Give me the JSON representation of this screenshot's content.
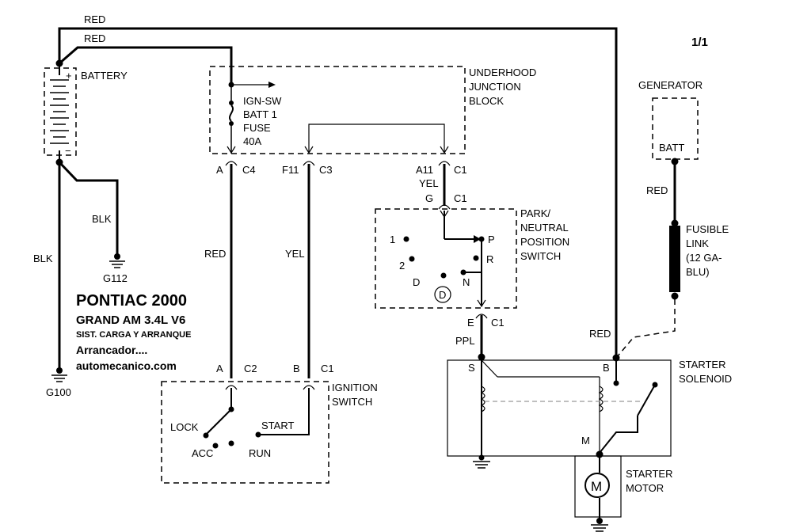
{
  "page_number": "1/1",
  "wires": {
    "red_top": "RED",
    "red_second": "RED",
    "blk_ground_g112": "BLK",
    "blk_ground_g100": "BLK",
    "red_ignition": "RED",
    "yel_ignition": "YEL",
    "yel_pnp": "YEL",
    "ppl": "PPL",
    "red_generator": "RED",
    "red_solenoid": "RED"
  },
  "components": {
    "battery": "BATTERY",
    "underhood_block": [
      "UNDERHOOD",
      "JUNCTION",
      "BLOCK"
    ],
    "fuse": [
      "IGN-SW",
      "BATT 1",
      "FUSE",
      "40A"
    ],
    "generator": "GENERATOR",
    "generator_terminal": "BATT",
    "fusible_link": [
      "FUSIBLE",
      "LINK",
      "(12 GA-",
      "BLU)"
    ],
    "pnp_switch": [
      "PARK/",
      "NEUTRAL",
      "POSITION",
      "SWITCH"
    ],
    "ignition_switch": [
      "IGNITION",
      "SWITCH"
    ],
    "starter_solenoid": [
      "STARTER",
      "SOLENOID"
    ],
    "starter_motor": [
      "STARTER",
      "MOTOR"
    ],
    "motor_symbol": "M"
  },
  "grounds": {
    "g112": "G112",
    "g100": "G100"
  },
  "connectors": {
    "a_c4_pin": "A",
    "a_c4": "C4",
    "f11_c3_pin": "F11",
    "f11_c3": "C3",
    "a11_c1_pin": "A11",
    "a11_c1": "C1",
    "g_c1_pin": "G",
    "g_c1": "C1",
    "e_c1_pin": "E",
    "e_c1": "C1",
    "a_c2_pin": "A",
    "a_c2": "C2",
    "b_c1_pin": "B",
    "b_c1": "C1"
  },
  "pnp_positions": {
    "p": "P",
    "r": "R",
    "n": "N",
    "d": "D",
    "d_circle": "D",
    "one": "1",
    "two": "2"
  },
  "ignition_positions": {
    "lock": "LOCK",
    "acc": "ACC",
    "run": "RUN",
    "start": "START"
  },
  "solenoid_terminals": {
    "s": "S",
    "b": "B",
    "m": "M"
  },
  "battery_polarity": {
    "plus": "+",
    "minus": "−"
  },
  "title_block": {
    "line1": "PONTIAC 2000",
    "line2": "GRAND AM  3.4L  V6",
    "line3": "SIST. CARGA Y ARRANQUE",
    "line4": "Arrancador....",
    "line5": "automecanico.com"
  }
}
